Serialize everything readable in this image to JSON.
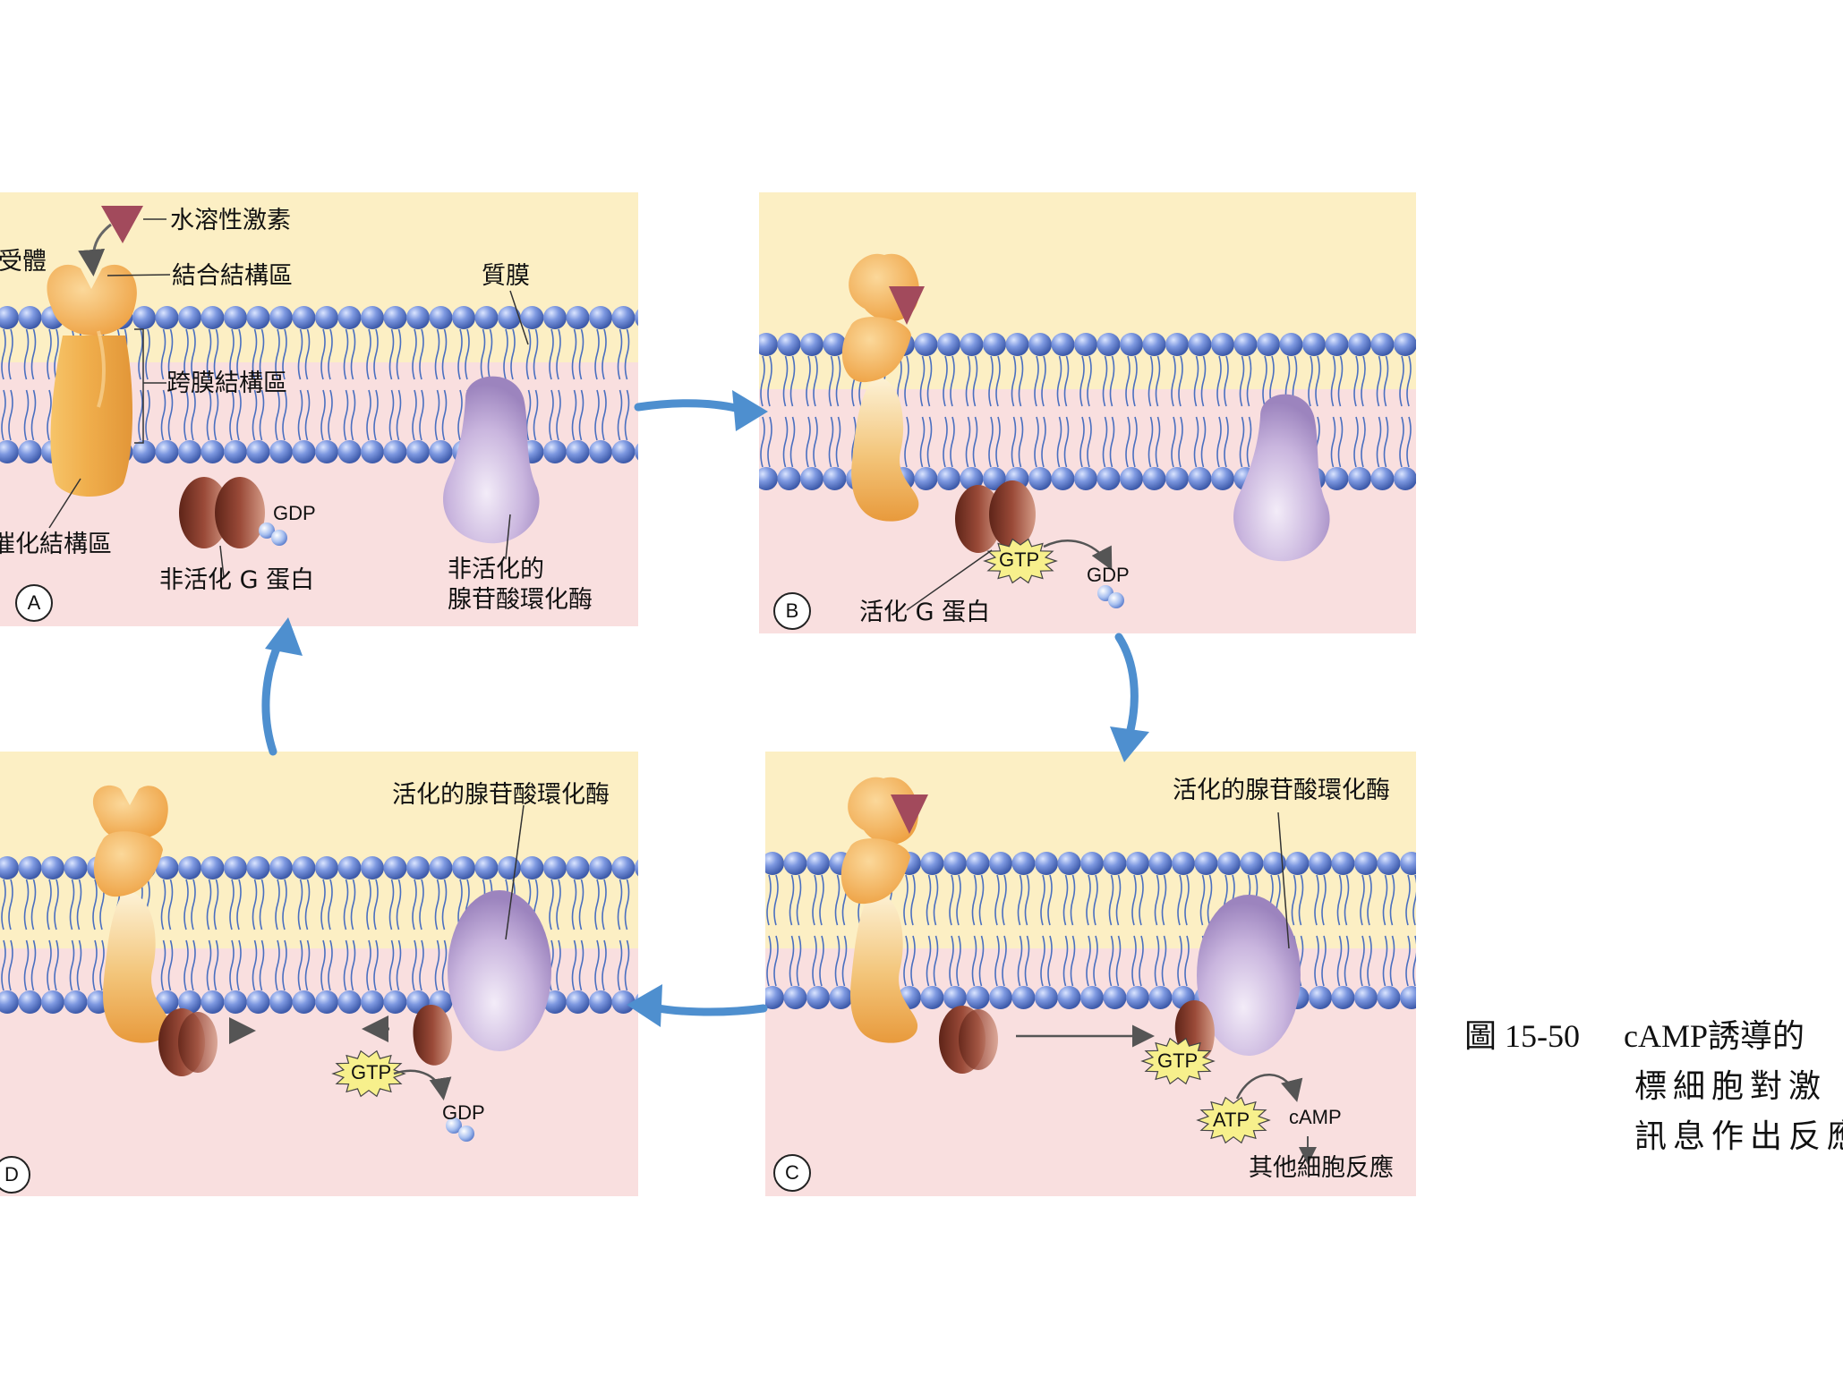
{
  "panels": {
    "A": {
      "letter": "A",
      "hormone": "水溶性激素",
      "receptor": "受體",
      "binding_domain": "結合結構區",
      "transmembrane_domain": "跨膜結構區",
      "catalytic_domain": "催化結構區",
      "membrane": "質膜",
      "inactive_g_protein": "非活化 G 蛋白",
      "gdp": "GDP",
      "inactive_enzyme_line1": "非活化的",
      "inactive_enzyme_line2": "腺苷酸環化酶"
    },
    "B": {
      "letter": "B",
      "gtp": "GTP",
      "gdp": "GDP",
      "active_g_protein": "活化 G 蛋白"
    },
    "C": {
      "letter": "C",
      "active_enzyme": "活化的腺苷酸環化酶",
      "gtp": "GTP",
      "atp": "ATP",
      "camp": "cAMP",
      "other_responses": "其他細胞反應"
    },
    "D": {
      "letter": "D",
      "active_enzyme": "活化的腺苷酸環化酶",
      "gtp": "GTP",
      "gdp": "GDP"
    }
  },
  "caption": {
    "figure_number": "圖 15-50",
    "line1": "cAMP誘導的",
    "line2": "標細胞對激",
    "line3": "訊息作出反應"
  },
  "colors": {
    "extracellular": "#fcefc4",
    "cytoplasm": "#f9dfdf",
    "phospholipid_head": "#5f7fd0",
    "tail": "#4a6fc0",
    "receptor": "#f2b150",
    "g_protein": "#8a3b2c",
    "enzyme": "#c6b2dc",
    "hormone": "#a24a5c",
    "cycle_arrow": "#4e8fcf",
    "gtp_burst": "#f7f08c"
  }
}
